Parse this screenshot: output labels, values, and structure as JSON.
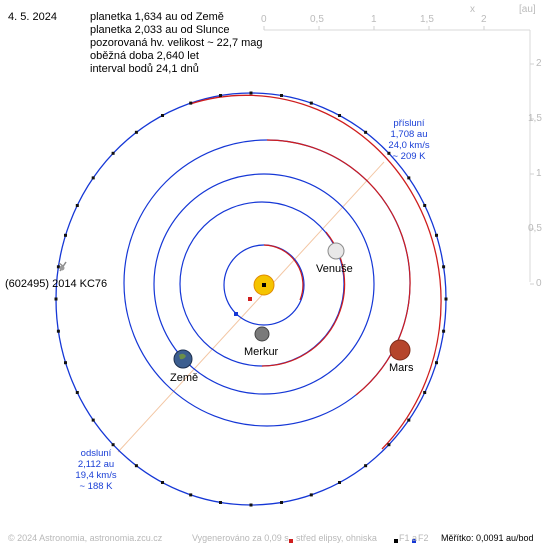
{
  "date": "4. 5. 2024",
  "info_lines": [
    "planetka 1,634 au od Země",
    "planetka 2,033 au od Slunce",
    "pozorovaná hv. velikost ~ 22,7 mag",
    "oběžná doba 2,640 let",
    "interval bodů 24,1 dnů"
  ],
  "axes": {
    "x_label": "x",
    "unit_label": "[au]",
    "x_ticks": [
      "0",
      "0,5",
      "1",
      "1,5",
      "2"
    ],
    "y_ticks": [
      "2",
      "1,5",
      "1",
      "0,5",
      "0"
    ]
  },
  "bodies": {
    "venus": "Venuše",
    "mercury": "Merkur",
    "earth": "Země",
    "mars": "Mars",
    "asteroid": "(602495) 2014 KC76"
  },
  "perihelion": [
    "přísluní",
    "1,708 au",
    "24,0 km/s",
    "~ 209 K"
  ],
  "aphelion": [
    "odsluní",
    "2,112 au",
    "19,4 km/s",
    "~ 188 K"
  ],
  "footer": {
    "copyright": "© 2024 Astronomia, astronomia.zcu.cz",
    "generated": "Vygenerováno za 0,09 s",
    "legend_center": "střed elipsy, ohniska",
    "legend_f1": "F1 a",
    "legend_f2": "F2",
    "scale": "Měřítko: 0,0091 au/bod"
  },
  "colors": {
    "orbit_blue": "#1537d6",
    "orbit_red": "#cf1d1d",
    "apsis_line": "#f3c6a3",
    "sun": "#f5c400",
    "mars": "#b5452b"
  }
}
